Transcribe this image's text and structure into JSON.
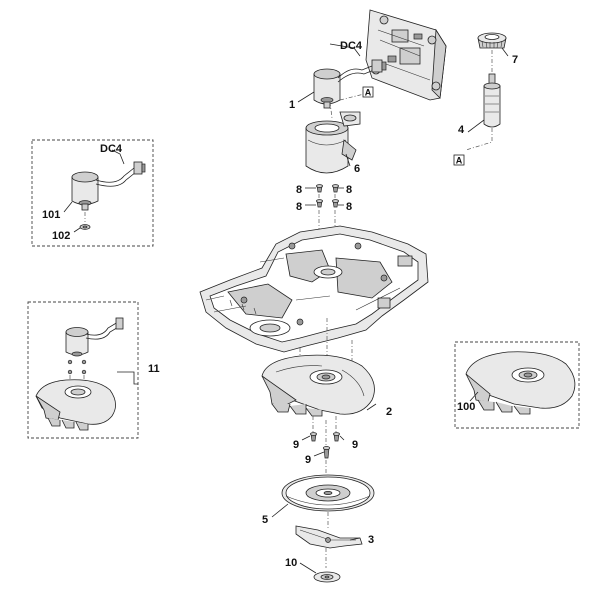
{
  "callouts": {
    "c1": "1",
    "c2": "2",
    "c3": "3",
    "c4": "4",
    "c5": "5",
    "c6": "6",
    "c7": "7",
    "c8a": "8",
    "c8b": "8",
    "c8c": "8",
    "c8d": "8",
    "c9a": "9",
    "c9b": "9",
    "c9c": "9",
    "c10": "10",
    "c11": "11",
    "c100": "100",
    "c101": "101",
    "c102": "102"
  },
  "connectors": {
    "main": "DC4",
    "inset": "DC4"
  },
  "ref_markers": {
    "top": "A",
    "bottom": "A"
  }
}
